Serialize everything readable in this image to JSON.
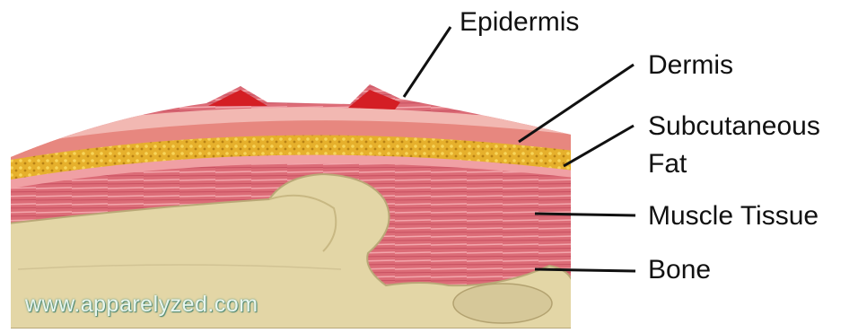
{
  "labels": {
    "epidermis": "Epidermis",
    "dermis": "Dermis",
    "subcutaneous_line1": "Subcutaneous",
    "subcutaneous_line2": "Fat",
    "muscle": "Muscle Tissue",
    "bone": "Bone"
  },
  "watermark": "www.apparelyzed.com",
  "colors": {
    "skin": "#f0b3ae",
    "dermis": "#e6847e",
    "fat": "#e5b12e",
    "muscle": "#dd6e78",
    "bone": "#e2d6a7",
    "wound": "#d41e24",
    "leader": "#111111"
  }
}
